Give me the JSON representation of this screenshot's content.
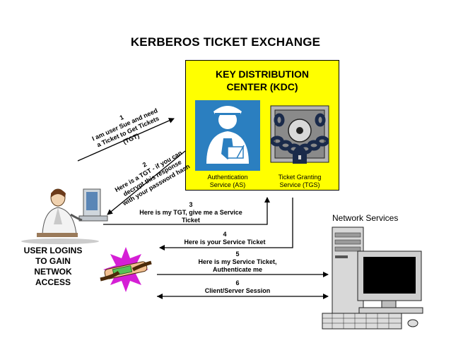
{
  "title": "KERBEROS TICKET EXCHANGE",
  "kdc": {
    "title_line1": "KEY DISTRIBUTION",
    "title_line2": "CENTER (KDC)",
    "as_line1": "Authentication",
    "as_line2": "Service (AS)",
    "tgs_line1": "Ticket Granting",
    "tgs_line2": "Service (TGS)",
    "bg_color": "#ffff00"
  },
  "user": {
    "line1": "USER LOGINS",
    "line2": "TO GAIN",
    "line3": "NETWOK",
    "line4": "ACCESS"
  },
  "network_services": "Network Services",
  "messages": [
    {
      "num": "1",
      "line1": "I am user Sue and need",
      "line2": "a Ticket to Get Tickets",
      "line3": "(TGT)"
    },
    {
      "num": "2",
      "line1": "Here is a TGT - if you can",
      "line2": "decrypt this response",
      "line3": "with your password hash"
    },
    {
      "num": "3",
      "line1": "Here is my TGT, give me a Service",
      "line2": "Ticket"
    },
    {
      "num": "4",
      "line1": "Here is your Service Ticket"
    },
    {
      "num": "5",
      "line1": "Here is my Service Ticket,",
      "line2": "Authenticate me"
    },
    {
      "num": "6",
      "line1": "Client/Server Session"
    }
  ],
  "icons": {
    "as": "guard-icon",
    "tgs": "chained-safe-icon",
    "user": "user-at-computer-icon",
    "server": "server-computer-icon",
    "handshake": "ticket-handoff-icon"
  },
  "colors": {
    "guard_panel": "#2b7fc0",
    "burst": "#d51fd5"
  }
}
